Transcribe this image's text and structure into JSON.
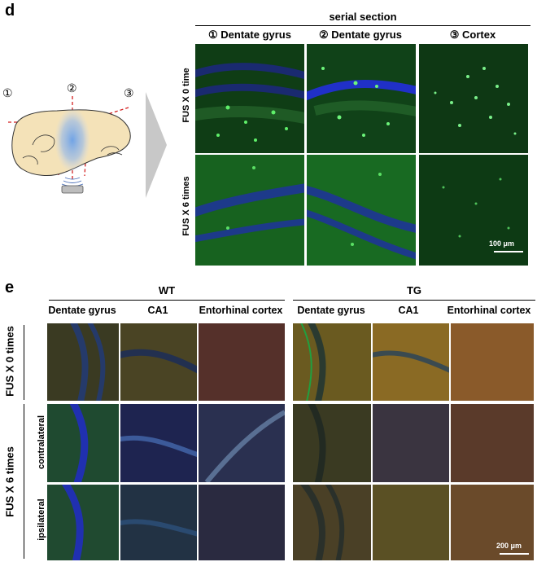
{
  "panel_d": {
    "letter": "d",
    "title": "serial section",
    "columns": [
      "① Dentate gyrus",
      "② Dentate gyrus",
      "③ Cortex"
    ],
    "rows": [
      "FUS X 0 time",
      "FUS X 6 times"
    ],
    "scale_bar": "100 μm",
    "probe_labels": [
      "①",
      "②",
      "③"
    ]
  },
  "panel_e": {
    "letter": "e",
    "groups": [
      "WT",
      "TG"
    ],
    "columns": [
      "Dentate gyrus",
      "CA1",
      "Entorhinal cortex"
    ],
    "row_group_top": "FUS X 0 times",
    "row_group_bottom": "FUS X 6 times",
    "sub_rows": [
      "contralateral",
      "ipsilateral"
    ],
    "scale_bar": "200 μm"
  },
  "colors": {
    "green_fluor": "#1f8a2c",
    "blue_fluor": "#1c2bb8",
    "orange_fluor": "#b4732a",
    "probe_line": "#d42020"
  }
}
